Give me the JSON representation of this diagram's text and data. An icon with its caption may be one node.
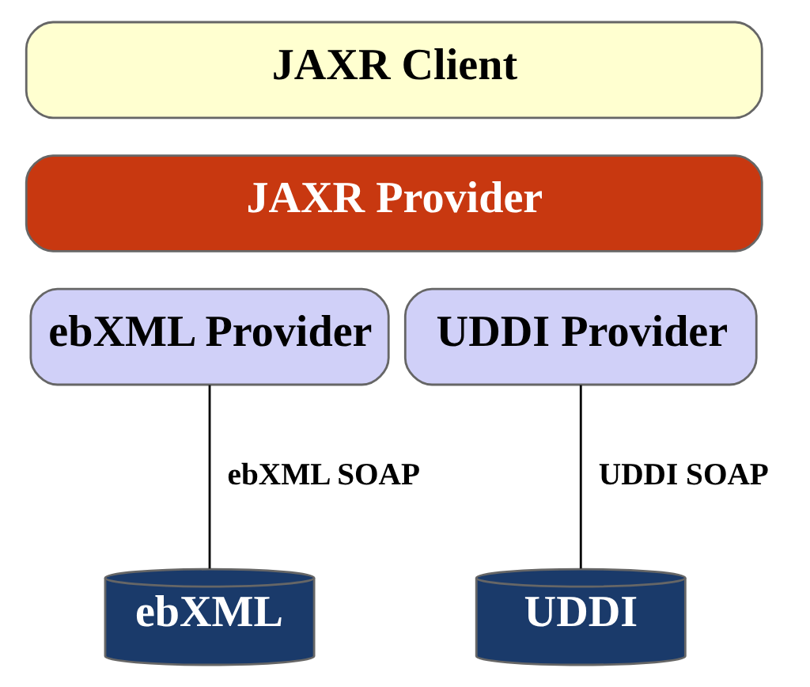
{
  "diagram": {
    "nodes": [
      {
        "text": [
          "JAXR Client"
        ]
      },
      {
        "text": [
          "JAXR Provider"
        ]
      },
      {
        "text": [
          "ebXML Provider"
        ]
      },
      {
        "text": [
          "UDDI Provider"
        ]
      },
      {
        "text": [
          "ebXML"
        ]
      },
      {
        "text": [
          "UDDI"
        ]
      }
    ],
    "edges": [
      {
        "from": 2,
        "to": 4,
        "arrow": "none",
        "label": "ebXML SOAP"
      },
      {
        "from": 3,
        "to": 5,
        "arrow": "none",
        "label": "UDDI SOAP"
      }
    ]
  }
}
